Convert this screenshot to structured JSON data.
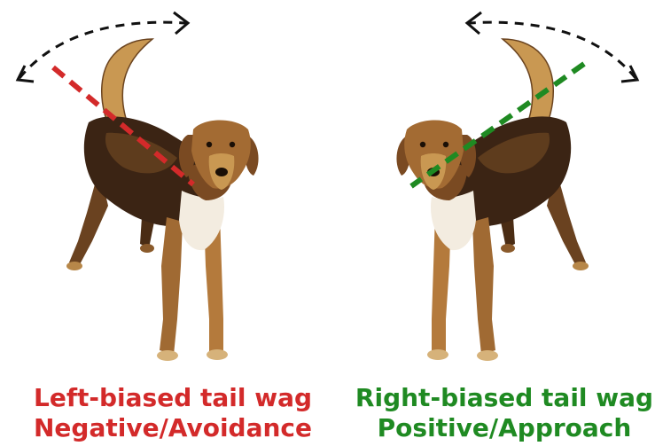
{
  "colors": {
    "negative": "#d32a2a",
    "positive": "#1f8a22",
    "arrow": "#111111",
    "fur_dark": "#3b2414",
    "fur_mid": "#8a5a2b",
    "fur_light": "#c99852",
    "chest": "#f3ece0"
  },
  "icons": [
    "dog-left-wag",
    "dog-right-wag",
    "curved-double-arrow-icon",
    "tail-midline-dashes"
  ],
  "left_panel": {
    "line1": "Left-biased tail wag",
    "line2": "Negative/Avoidance"
  },
  "right_panel": {
    "line1": "Right-biased tail wag",
    "line2": "Positive/Approach"
  }
}
